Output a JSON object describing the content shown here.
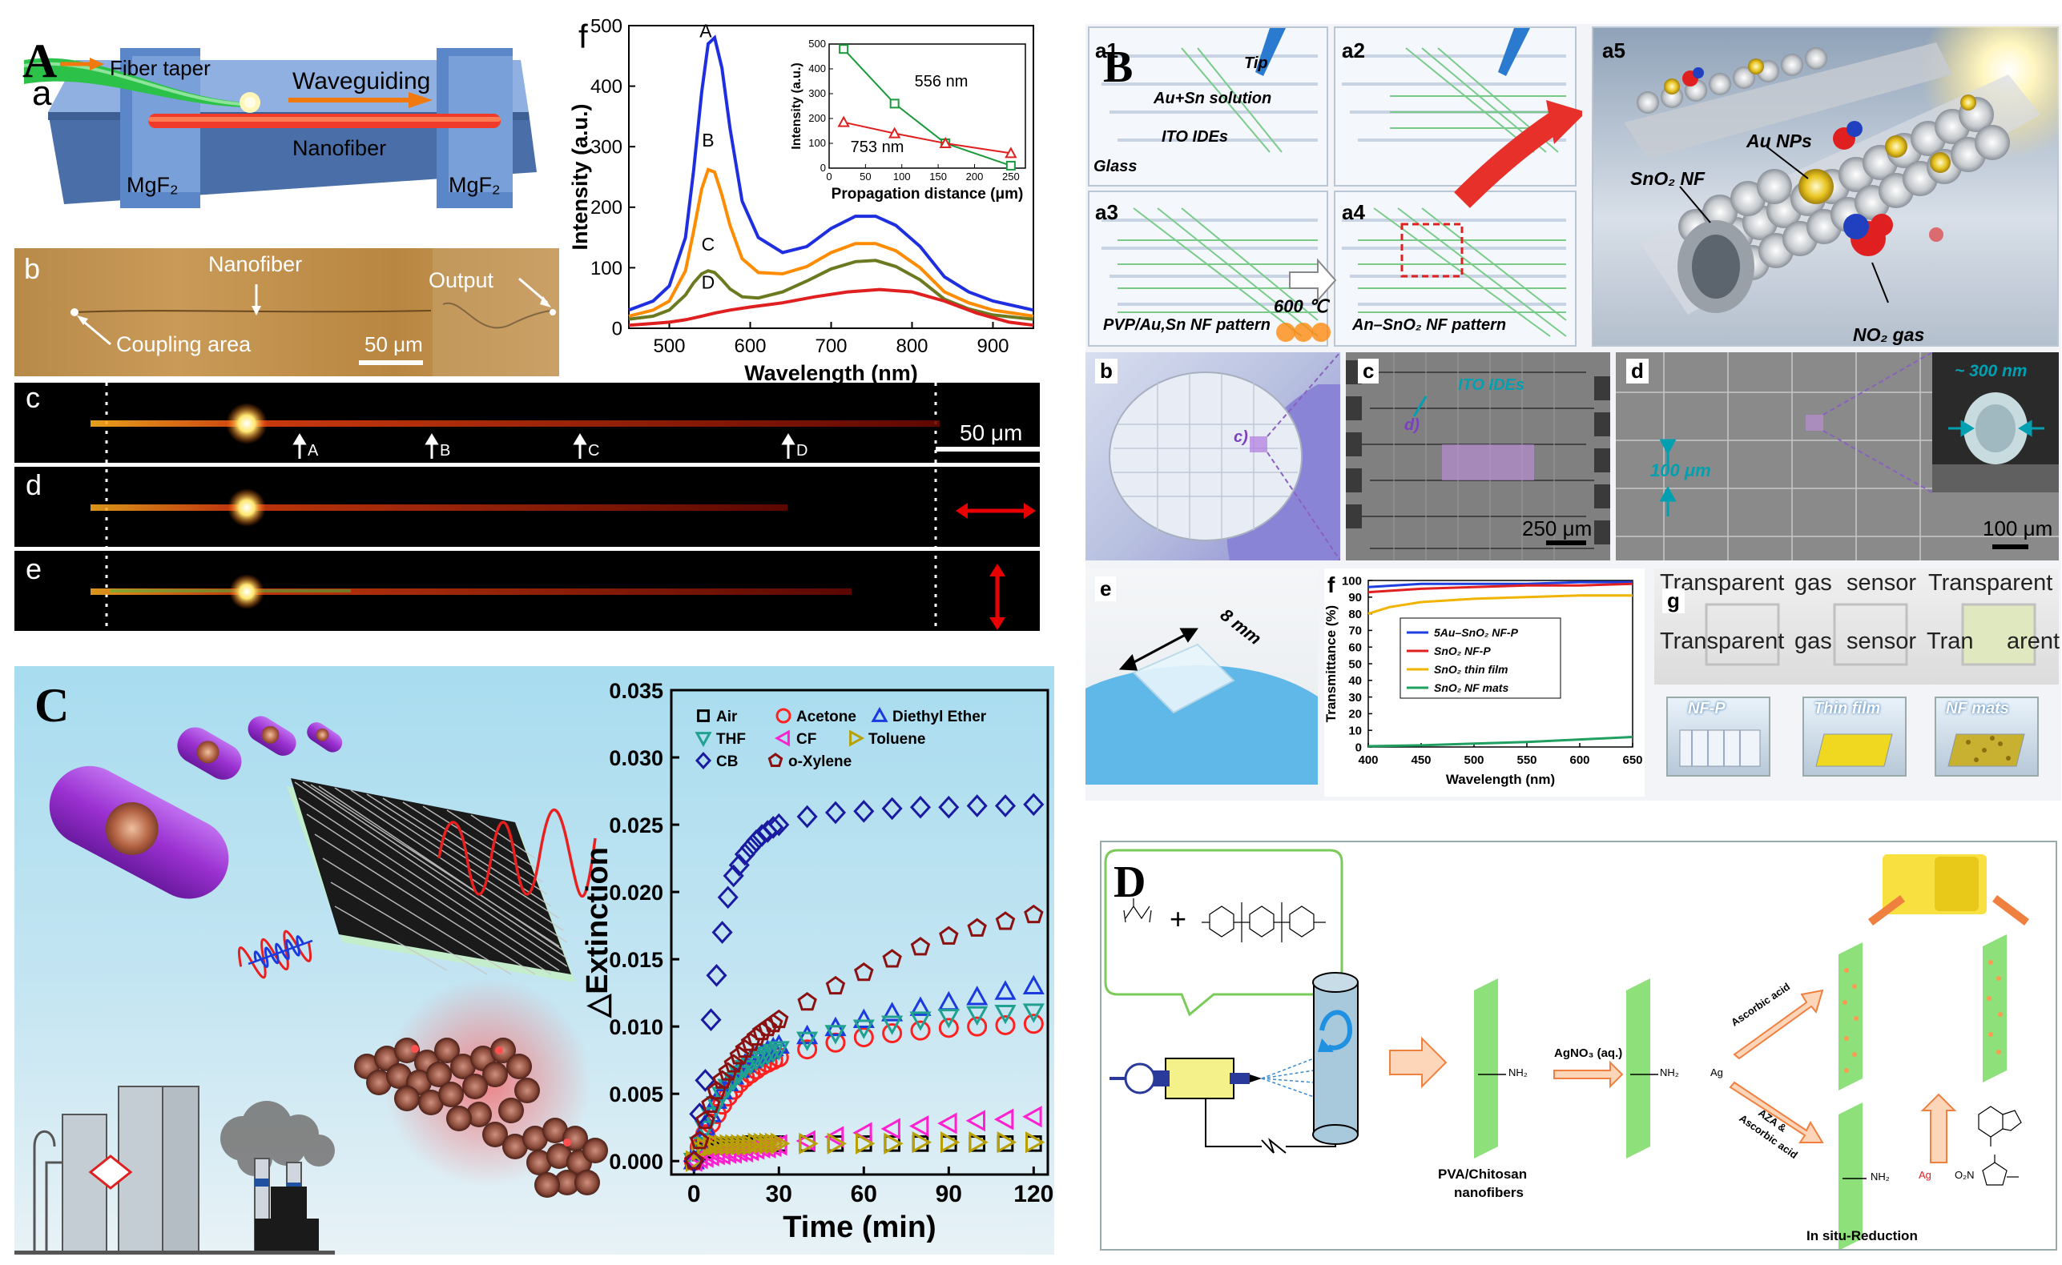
{
  "figure": {
    "panel_labels": {
      "A": "A",
      "B": "B",
      "C": "C",
      "D": "D"
    }
  },
  "panelA": {
    "a": {
      "label": "a",
      "fiber_taper": "Fiber taper",
      "waveguiding": "Waveguiding",
      "nanofiber": "Nanofiber",
      "mgf2_left": "MgF₂",
      "mgf2_right": "MgF₂"
    },
    "b": {
      "label": "b",
      "nanofiber": "Nanofiber",
      "output": "Output",
      "coupling": "Coupling area",
      "scale": "50 μm"
    },
    "c": {
      "label": "c",
      "marks": [
        "A",
        "B",
        "C",
        "D"
      ],
      "scale": "50 μm"
    },
    "d": {
      "label": "d"
    },
    "e": {
      "label": "e"
    },
    "f": {
      "label": "f"
    }
  },
  "chart_data": [
    {
      "type": "line",
      "xlabel": "Wavelength (nm)",
      "ylabel": "Intensity (a.u.)",
      "xlim": [
        450,
        950
      ],
      "ylim": [
        0,
        500
      ],
      "xticks": [
        500,
        600,
        700,
        800,
        900
      ],
      "yticks": [
        0,
        100,
        200,
        300,
        400,
        500
      ],
      "series": [
        {
          "name": "A",
          "color": "#1f2fe0",
          "x": [
            450,
            480,
            500,
            520,
            530,
            540,
            548,
            556,
            565,
            575,
            590,
            610,
            640,
            670,
            700,
            730,
            755,
            780,
            810,
            840,
            870,
            900,
            950
          ],
          "y": [
            30,
            45,
            70,
            150,
            260,
            390,
            470,
            480,
            430,
            330,
            210,
            150,
            125,
            135,
            165,
            185,
            185,
            170,
            135,
            85,
            60,
            45,
            30
          ]
        },
        {
          "name": "B",
          "color": "#ff8c00",
          "x": [
            450,
            480,
            500,
            520,
            530,
            540,
            548,
            556,
            565,
            575,
            590,
            610,
            640,
            670,
            700,
            730,
            755,
            780,
            810,
            840,
            870,
            900,
            950
          ],
          "y": [
            20,
            30,
            45,
            95,
            160,
            230,
            262,
            258,
            220,
            170,
            115,
            92,
            90,
            102,
            125,
            140,
            140,
            128,
            100,
            60,
            42,
            30,
            20
          ]
        },
        {
          "name": "C",
          "color": "#6b7a20",
          "x": [
            450,
            480,
            500,
            520,
            530,
            540,
            548,
            556,
            565,
            575,
            590,
            610,
            640,
            670,
            700,
            730,
            755,
            780,
            810,
            840,
            870,
            900,
            950
          ],
          "y": [
            15,
            20,
            30,
            55,
            75,
            90,
            95,
            92,
            80,
            65,
            52,
            50,
            60,
            78,
            98,
            110,
            112,
            102,
            80,
            48,
            32,
            22,
            15
          ]
        },
        {
          "name": "D",
          "color": "#e02020",
          "x": [
            450,
            480,
            500,
            520,
            540,
            556,
            575,
            600,
            640,
            680,
            720,
            760,
            800,
            840,
            880,
            920,
            950
          ],
          "y": [
            5,
            8,
            10,
            14,
            20,
            25,
            30,
            35,
            42,
            52,
            60,
            64,
            60,
            45,
            25,
            10,
            5
          ]
        }
      ],
      "point_labels": [
        "A",
        "B",
        "C",
        "D"
      ]
    },
    {
      "type": "line",
      "role": "inset",
      "xlabel": "Propagation distance (μm)",
      "ylabel": "Intensity (a.u.)",
      "xlim": [
        0,
        270
      ],
      "ylim": [
        0,
        500
      ],
      "xticks": [
        0,
        50,
        100,
        150,
        200,
        250
      ],
      "yticks": [
        0,
        100,
        200,
        300,
        400,
        500
      ],
      "series": [
        {
          "name": "556 nm",
          "color": "#1a9a3a",
          "marker": "square",
          "x": [
            20,
            90,
            160,
            250
          ],
          "y": [
            480,
            260,
            100,
            10
          ]
        },
        {
          "name": "753 nm",
          "color": "#e02020",
          "marker": "triangle",
          "x": [
            20,
            90,
            160,
            250
          ],
          "y": [
            185,
            140,
            100,
            60
          ]
        }
      ]
    },
    {
      "type": "line",
      "xlabel": "Wavelength (nm)",
      "ylabel": "Transmittance (%)",
      "xlim": [
        400,
        650
      ],
      "ylim": [
        0,
        100
      ],
      "xticks": [
        400,
        450,
        500,
        550,
        600,
        650
      ],
      "yticks": [
        0,
        10,
        20,
        30,
        40,
        50,
        60,
        70,
        80,
        90,
        100
      ],
      "series": [
        {
          "name": "5Au–SnO₂ NF-P",
          "color": "#1f3fe0",
          "x": [
            400,
            450,
            500,
            550,
            600,
            650
          ],
          "y": [
            96,
            98,
            98,
            98,
            99,
            99
          ]
        },
        {
          "name": "SnO₂ NF-P",
          "color": "#e02020",
          "x": [
            400,
            450,
            500,
            550,
            600,
            650
          ],
          "y": [
            93,
            95,
            96,
            97,
            97,
            98
          ]
        },
        {
          "name": "SnO₂ thin film",
          "color": "#f0b400",
          "x": [
            400,
            420,
            450,
            500,
            550,
            600,
            650
          ],
          "y": [
            80,
            84,
            87,
            89,
            90,
            91,
            91
          ]
        },
        {
          "name": "SnO₂ NF mats",
          "color": "#20a060",
          "x": [
            400,
            450,
            500,
            550,
            600,
            650
          ],
          "y": [
            0.5,
            1,
            2,
            3,
            4.5,
            6
          ]
        }
      ]
    },
    {
      "type": "scatter",
      "xlabel": "Time (min)",
      "ylabel": "△Extinction",
      "xlim": [
        -8,
        125
      ],
      "ylim": [
        -0.001,
        0.035
      ],
      "xticks": [
        0,
        30,
        60,
        90,
        120
      ],
      "yticks": [
        0.0,
        0.005,
        0.01,
        0.015,
        0.02,
        0.025,
        0.03,
        0.035
      ],
      "series": [
        {
          "name": "Air",
          "color": "#000000",
          "marker": "square",
          "t": [
            0,
            2,
            4,
            6,
            8,
            10,
            12,
            14,
            16,
            18,
            20,
            22,
            24,
            26,
            28,
            30,
            40,
            50,
            60,
            70,
            80,
            90,
            100,
            110,
            120
          ],
          "y": [
            0,
            0.0006,
            0.0008,
            0.001,
            0.0011,
            0.0011,
            0.0012,
            0.0012,
            0.0012,
            0.0012,
            0.0013,
            0.0013,
            0.0013,
            0.0013,
            0.0013,
            0.0013,
            0.0013,
            0.0013,
            0.0013,
            0.0013,
            0.0013,
            0.0013,
            0.0013,
            0.0013,
            0.0013
          ]
        },
        {
          "name": "Acetone",
          "color": "#ff2020",
          "marker": "circle",
          "t": [
            0,
            2,
            4,
            6,
            8,
            10,
            12,
            14,
            16,
            18,
            20,
            22,
            24,
            26,
            28,
            30,
            40,
            50,
            60,
            70,
            80,
            90,
            100,
            110,
            120
          ],
          "y": [
            0,
            0.001,
            0.002,
            0.0028,
            0.0035,
            0.0042,
            0.0048,
            0.0053,
            0.0058,
            0.0062,
            0.0065,
            0.0068,
            0.0071,
            0.0073,
            0.0075,
            0.0077,
            0.0083,
            0.0088,
            0.0092,
            0.0095,
            0.0097,
            0.0099,
            0.01,
            0.0101,
            0.0102
          ]
        },
        {
          "name": "Diethyl Ether",
          "color": "#1a3ae0",
          "marker": "triangle",
          "t": [
            0,
            2,
            4,
            6,
            8,
            10,
            12,
            14,
            16,
            18,
            20,
            22,
            24,
            26,
            28,
            30,
            40,
            50,
            60,
            70,
            80,
            90,
            100,
            110,
            120
          ],
          "y": [
            0,
            0.0012,
            0.0025,
            0.0035,
            0.0045,
            0.0052,
            0.0058,
            0.0063,
            0.0068,
            0.0072,
            0.0075,
            0.0078,
            0.008,
            0.0082,
            0.0084,
            0.0086,
            0.0093,
            0.0099,
            0.0105,
            0.011,
            0.0114,
            0.0118,
            0.0122,
            0.0126,
            0.013
          ]
        },
        {
          "name": "THF",
          "color": "#20a090",
          "marker": "triangle-down",
          "t": [
            0,
            2,
            4,
            6,
            8,
            10,
            12,
            14,
            16,
            18,
            20,
            22,
            24,
            26,
            28,
            30,
            40,
            50,
            60,
            70,
            80,
            90,
            100,
            110,
            120
          ],
          "y": [
            0,
            0.0012,
            0.0024,
            0.0034,
            0.0042,
            0.0049,
            0.0055,
            0.006,
            0.0065,
            0.0069,
            0.0072,
            0.0075,
            0.0077,
            0.0079,
            0.0081,
            0.0083,
            0.009,
            0.0095,
            0.0099,
            0.0102,
            0.0105,
            0.0107,
            0.0109,
            0.011,
            0.0111
          ]
        },
        {
          "name": "CF",
          "color": "#ff20d0",
          "marker": "triangle-left",
          "t": [
            0,
            2,
            4,
            6,
            8,
            10,
            12,
            14,
            16,
            18,
            20,
            22,
            24,
            26,
            28,
            30,
            40,
            50,
            60,
            70,
            80,
            90,
            100,
            110,
            120
          ],
          "y": [
            0,
            0.0002,
            0.0003,
            0.0004,
            0.0005,
            0.0005,
            0.0006,
            0.0006,
            0.0007,
            0.0007,
            0.0008,
            0.0009,
            0.001,
            0.001,
            0.0011,
            0.0012,
            0.0015,
            0.0018,
            0.0021,
            0.0024,
            0.0026,
            0.0028,
            0.003,
            0.0031,
            0.0033
          ]
        },
        {
          "name": "Toluene",
          "color": "#b8a000",
          "marker": "triangle-right",
          "t": [
            0,
            2,
            4,
            6,
            8,
            10,
            12,
            14,
            16,
            18,
            20,
            22,
            24,
            26,
            28,
            30,
            40,
            50,
            60,
            70,
            80,
            90,
            100,
            110,
            120
          ],
          "y": [
            0,
            0.0008,
            0.001,
            0.0011,
            0.0012,
            0.0012,
            0.0012,
            0.0012,
            0.0012,
            0.0012,
            0.0012,
            0.0013,
            0.0013,
            0.0013,
            0.0013,
            0.0013,
            0.0013,
            0.0013,
            0.0013,
            0.0013,
            0.0014,
            0.0014,
            0.0014,
            0.0014,
            0.0014
          ]
        },
        {
          "name": "CB",
          "color": "#1a1aa0",
          "marker": "diamond",
          "t": [
            0,
            2,
            4,
            6,
            8,
            10,
            12,
            14,
            16,
            18,
            20,
            22,
            24,
            26,
            28,
            30,
            40,
            50,
            60,
            70,
            80,
            90,
            100,
            110,
            120
          ],
          "y": [
            0,
            0.0035,
            0.006,
            0.0105,
            0.0138,
            0.017,
            0.0196,
            0.0212,
            0.022,
            0.0228,
            0.0233,
            0.0238,
            0.0242,
            0.0245,
            0.0248,
            0.025,
            0.0256,
            0.0259,
            0.026,
            0.0262,
            0.0263,
            0.0263,
            0.0264,
            0.0264,
            0.0265
          ]
        },
        {
          "name": "o-Xylene",
          "color": "#8b1010",
          "marker": "pentagon",
          "t": [
            0,
            2,
            4,
            6,
            8,
            10,
            12,
            14,
            16,
            18,
            20,
            22,
            24,
            26,
            28,
            30,
            40,
            50,
            60,
            70,
            80,
            90,
            100,
            110,
            120
          ],
          "y": [
            0,
            0.0015,
            0.003,
            0.0042,
            0.0052,
            0.006,
            0.0066,
            0.0072,
            0.0078,
            0.0083,
            0.0088,
            0.0092,
            0.0096,
            0.0099,
            0.0102,
            0.0105,
            0.0118,
            0.013,
            0.014,
            0.015,
            0.0159,
            0.0167,
            0.0173,
            0.0178,
            0.0183
          ]
        }
      ]
    }
  ],
  "panelB": {
    "a1": {
      "label": "a1",
      "tip": "Tip",
      "solution": "Au+Sn solution",
      "ide": "ITO IDEs",
      "glass": "Glass"
    },
    "a2": {
      "label": "a2"
    },
    "a3": {
      "label": "a3",
      "pattern": "PVP/Au,Sn NF pattern",
      "temp": "600 ℃"
    },
    "a4": {
      "label": "a4",
      "pattern": "An–SnO₂ NF pattern"
    },
    "a5": {
      "label": "a5",
      "au": "Au NPs",
      "sno2": "SnO₂ NF",
      "no2": "NO₂ gas"
    },
    "b": {
      "label": "b",
      "mark": "c)"
    },
    "c": {
      "label": "c",
      "ide": "ITO IDEs",
      "mark": "d)",
      "scale": "250 μm"
    },
    "d": {
      "label": "d",
      "gap": "100 μm",
      "size": "~ 300 nm",
      "scale": "100 μm"
    },
    "e": {
      "label": "e",
      "size": "8 mm"
    },
    "f": {
      "label": "f"
    },
    "g": {
      "label": "g",
      "row1": [
        "Transparent",
        "gas",
        "sensor",
        "Transparent"
      ],
      "row2": [
        "Transparent",
        "gas",
        "sensor",
        "Tran",
        "arent"
      ],
      "tiles": [
        "NF-P",
        "Thin film",
        "NF mats"
      ]
    }
  },
  "panelD": {
    "no3": "AgNO₃ (aq.)",
    "nh2": "NH₂",
    "ag": "Ag",
    "pva": "PVA/Chitosan",
    "nanofibers": "nanofibers",
    "ascorbic": "Ascorbic acid",
    "aza1": "AZA &",
    "aza2": "Ascorbic acid",
    "insitu": "In situ-Reduction",
    "o2n": "O₂N",
    "plus": "+"
  }
}
